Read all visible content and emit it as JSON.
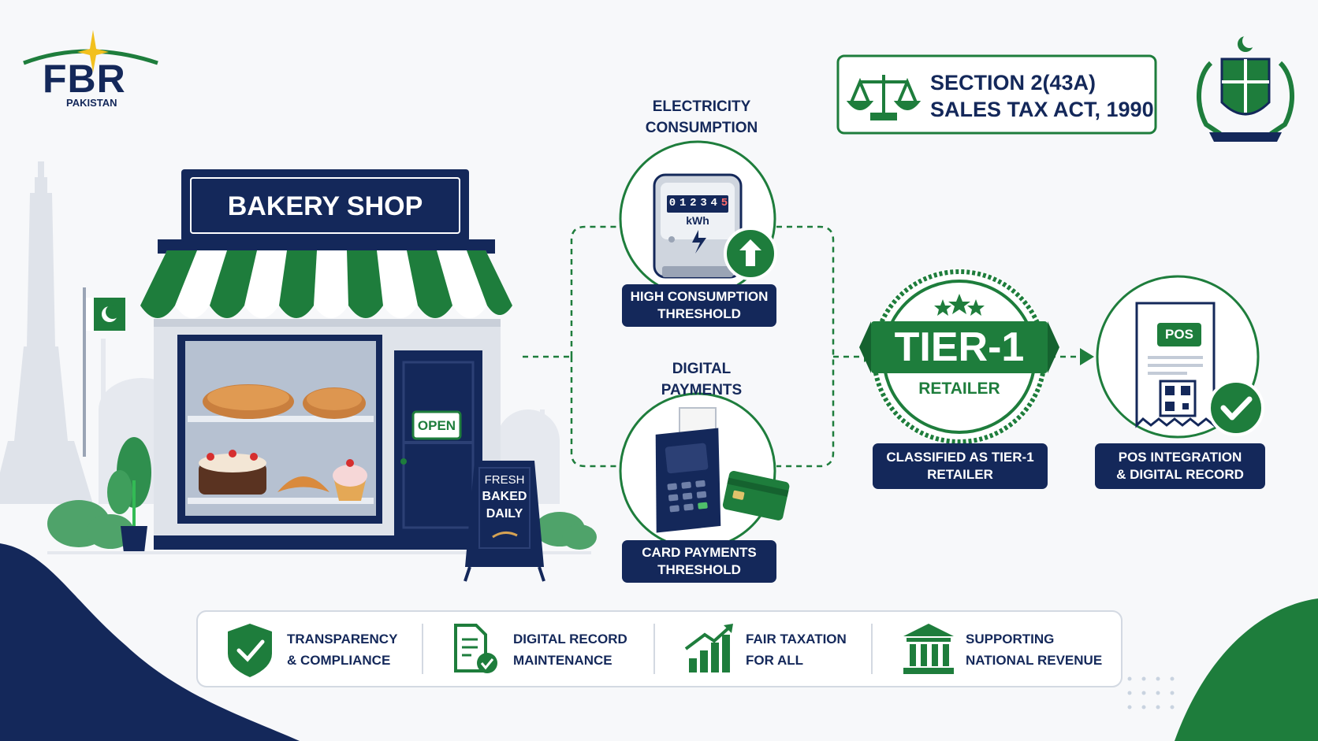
{
  "logo": {
    "brand": "FBR",
    "country": "PAKISTAN"
  },
  "law": {
    "line1": "SECTION 2(43A)",
    "line2": "SALES TAX ACT, 1990"
  },
  "shop": {
    "sign": "BAKERY SHOP",
    "door_sign": "OPEN",
    "board_line1": "FRESH",
    "board_line2": "BAKED",
    "board_line3": "DAILY"
  },
  "meter": {
    "digits": [
      "0",
      "1",
      "2",
      "3",
      "4",
      "5"
    ],
    "unit": "kWh"
  },
  "electricity": {
    "caption_line1": "ELECTRICITY",
    "caption_line2": "CONSUMPTION",
    "label_line1": "HIGH CONSUMPTION",
    "label_line2": "THRESHOLD"
  },
  "payments": {
    "caption_line1": "DIGITAL",
    "caption_line2": "PAYMENTS",
    "label_line1": "CARD PAYMENTS",
    "label_line2": "THRESHOLD"
  },
  "tier": {
    "badge_title": "TIER-1",
    "badge_subtitle": "RETAILER",
    "label_line1": "CLASSIFIED AS TIER-1",
    "label_line2": "RETAILER"
  },
  "pos": {
    "badge": "POS",
    "label_line1": "POS INTEGRATION",
    "label_line2": "& DIGITAL RECORD"
  },
  "features": [
    {
      "icon": "shield-check-icon",
      "line1": "TRANSPARENCY",
      "line2": "& COMPLIANCE"
    },
    {
      "icon": "document-check-icon",
      "line1": "DIGITAL RECORD",
      "line2": "MAINTENANCE"
    },
    {
      "icon": "growth-chart-icon",
      "line1": "FAIR TAXATION",
      "line2": "FOR ALL"
    },
    {
      "icon": "bank-building-icon",
      "line1": "SUPPORTING",
      "line2": "NATIONAL REVENUE"
    }
  ],
  "colors": {
    "navy": "#14285a",
    "green": "#1e7d3c",
    "background": "#f7f8fa"
  }
}
